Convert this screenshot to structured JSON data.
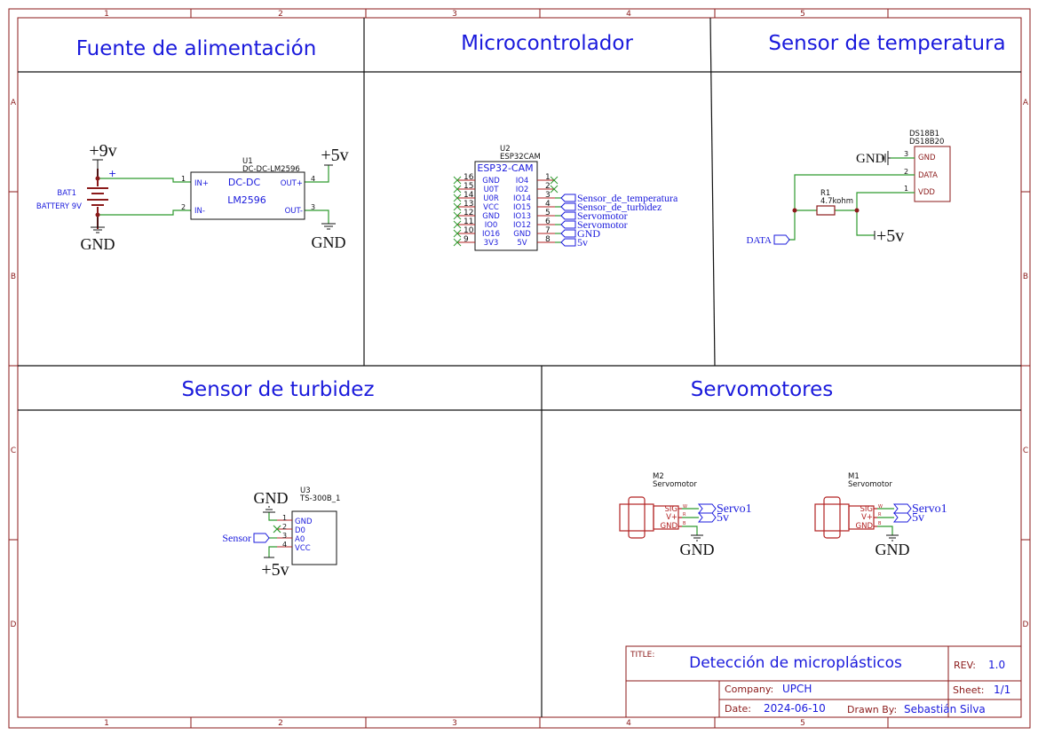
{
  "frame": {
    "columns": [
      "1",
      "2",
      "3",
      "4",
      "5"
    ],
    "rows": [
      "A",
      "B",
      "C",
      "D"
    ]
  },
  "sections": {
    "power": "Fuente de alimentación",
    "mcu": "Microcontrolador",
    "temp": "Sensor de temperatura",
    "turbidity": "Sensor de turbidez",
    "servos": "Servomotores"
  },
  "power": {
    "battery": {
      "ref": "BAT1",
      "value": "BATTERY 9V",
      "plus": "+",
      "minus": "-",
      "supply": "+9v",
      "gnd": "GND"
    },
    "regulator": {
      "ref": "U1",
      "value": "DC-DC-LM2596",
      "body1": "DC-DC",
      "body2": "LM2596",
      "pins": {
        "in_plus": "IN+",
        "in_minus": "IN-",
        "out_plus": "OUT+",
        "out_minus": "OUT-",
        "n1": "1",
        "n2": "2",
        "n3": "3",
        "n4": "4"
      }
    },
    "out_supply": "+5v",
    "out_gnd": "GND"
  },
  "mcu": {
    "ref": "U2",
    "value": "ESP32CAM",
    "body_title": "ESP32-CAM",
    "left_pins": [
      {
        "num": "16",
        "name": "GND"
      },
      {
        "num": "15",
        "name": "U0T"
      },
      {
        "num": "14",
        "name": "U0R"
      },
      {
        "num": "13",
        "name": "VCC"
      },
      {
        "num": "12",
        "name": "GND"
      },
      {
        "num": "11",
        "name": "IO0"
      },
      {
        "num": "10",
        "name": "IO16"
      },
      {
        "num": "9",
        "name": "3V3"
      }
    ],
    "right_pins": [
      {
        "num": "1",
        "name": "IO4",
        "label": ""
      },
      {
        "num": "2",
        "name": "IO2",
        "label": ""
      },
      {
        "num": "3",
        "name": "IO14",
        "label": "Sensor_de_temperatura"
      },
      {
        "num": "4",
        "name": "IO15",
        "label": "Sensor_de_turbidez"
      },
      {
        "num": "5",
        "name": "IO13",
        "label": "Servomotor"
      },
      {
        "num": "6",
        "name": "IO12",
        "label": "Servomotor"
      },
      {
        "num": "7",
        "name": "GND",
        "label": "GND"
      },
      {
        "num": "8",
        "name": "5V",
        "label": "5v"
      }
    ]
  },
  "temp": {
    "sensor": {
      "ref": "DS18B1",
      "value": "DS18B20",
      "pins": [
        {
          "num": "3",
          "name": "GND"
        },
        {
          "num": "2",
          "name": "DATA"
        },
        {
          "num": "1",
          "name": "VDD"
        }
      ]
    },
    "resistor": {
      "ref": "R1",
      "value": "4.7kohm"
    },
    "gnd": "GND",
    "supply": "+5v",
    "data_label": "DATA"
  },
  "turbidity": {
    "ref": "U3",
    "value": "TS-300B_1",
    "pins": [
      {
        "num": "1",
        "name": "GND"
      },
      {
        "num": "2",
        "name": "D0"
      },
      {
        "num": "3",
        "name": "A0"
      },
      {
        "num": "4",
        "name": "VCC"
      }
    ],
    "gnd": "GND",
    "supply": "+5v",
    "sensor_label": "Sensor"
  },
  "servos": [
    {
      "ref": "M2",
      "value": "Servomotor",
      "pins": [
        "SIG",
        "V+",
        "GND"
      ],
      "wire": [
        "W",
        "R",
        "B"
      ],
      "label1": "Servo1",
      "label2": "5v",
      "gnd": "GND"
    },
    {
      "ref": "M1",
      "value": "Servomotor",
      "pins": [
        "SIG",
        "V+",
        "GND"
      ],
      "wire": [
        "W",
        "R",
        "B"
      ],
      "label1": "Servo1",
      "label2": "5v",
      "gnd": "GND"
    }
  ],
  "title_block": {
    "title_label": "TITLE:",
    "title": "Detección de microplásticos",
    "rev_label": "REV:",
    "rev": "1.0",
    "company_label": "Company:",
    "company": "UPCH",
    "sheet_label": "Sheet:",
    "sheet": "1/1",
    "date_label": "Date:",
    "date": "2024-06-10",
    "drawn_label": "Drawn By:",
    "drawn": "Sebastián Silva"
  },
  "colors": {
    "frame": "#8b1a1a",
    "wire": "#2e9a2e",
    "text_blue": "#1a1adc",
    "pin_red": "#b22222"
  }
}
